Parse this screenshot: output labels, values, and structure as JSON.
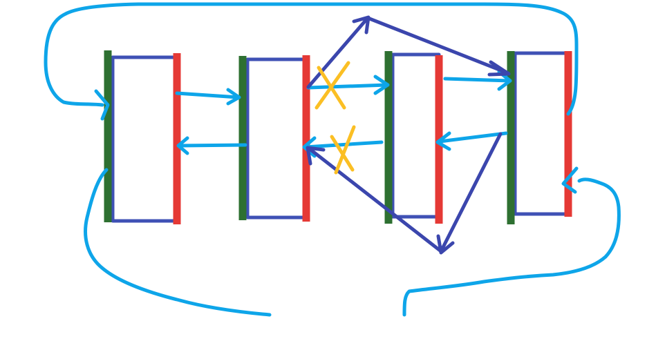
{
  "colors": {
    "background": "#ffffff",
    "box_outline": "#3f51b5",
    "left_edge": "#2e7031",
    "right_edge": "#e53935",
    "light_arrow": "#0ea5e9",
    "dark_arrow": "#3b46ad",
    "cross_mark": "#fbbf24"
  },
  "diagram": {
    "node_count": 4,
    "nodes": [
      {
        "id": "node-1",
        "left_edge": "green",
        "right_edge": "red"
      },
      {
        "id": "node-2",
        "left_edge": "green",
        "right_edge": "red"
      },
      {
        "id": "node-3",
        "left_edge": "green",
        "right_edge": "red"
      },
      {
        "id": "node-4",
        "left_edge": "green",
        "right_edge": "red"
      }
    ],
    "links": [
      {
        "from": "node-1",
        "to": "node-2",
        "color": "light-blue",
        "crossed_out": false
      },
      {
        "from": "node-2",
        "to": "node-1",
        "color": "light-blue",
        "crossed_out": false
      },
      {
        "from": "node-2",
        "to": "node-3",
        "color": "light-blue",
        "crossed_out": true
      },
      {
        "from": "node-3",
        "to": "node-2",
        "color": "light-blue",
        "crossed_out": true
      },
      {
        "from": "node-3",
        "to": "node-4",
        "color": "light-blue",
        "crossed_out": false
      },
      {
        "from": "node-4",
        "to": "node-3",
        "color": "light-blue",
        "crossed_out": false
      },
      {
        "from": "node-2",
        "to": "node-4",
        "color": "dark-blue",
        "crossed_out": false
      },
      {
        "from": "node-4",
        "to": "node-2",
        "color": "dark-blue",
        "crossed_out": false
      },
      {
        "from": "node-4",
        "to": "node-1",
        "color": "light-blue",
        "crossed_out": false,
        "path": "wraparound-top"
      },
      {
        "from": "node-1",
        "to": "node-4",
        "color": "light-blue",
        "crossed_out": false,
        "path": "wraparound-bottom"
      }
    ]
  }
}
